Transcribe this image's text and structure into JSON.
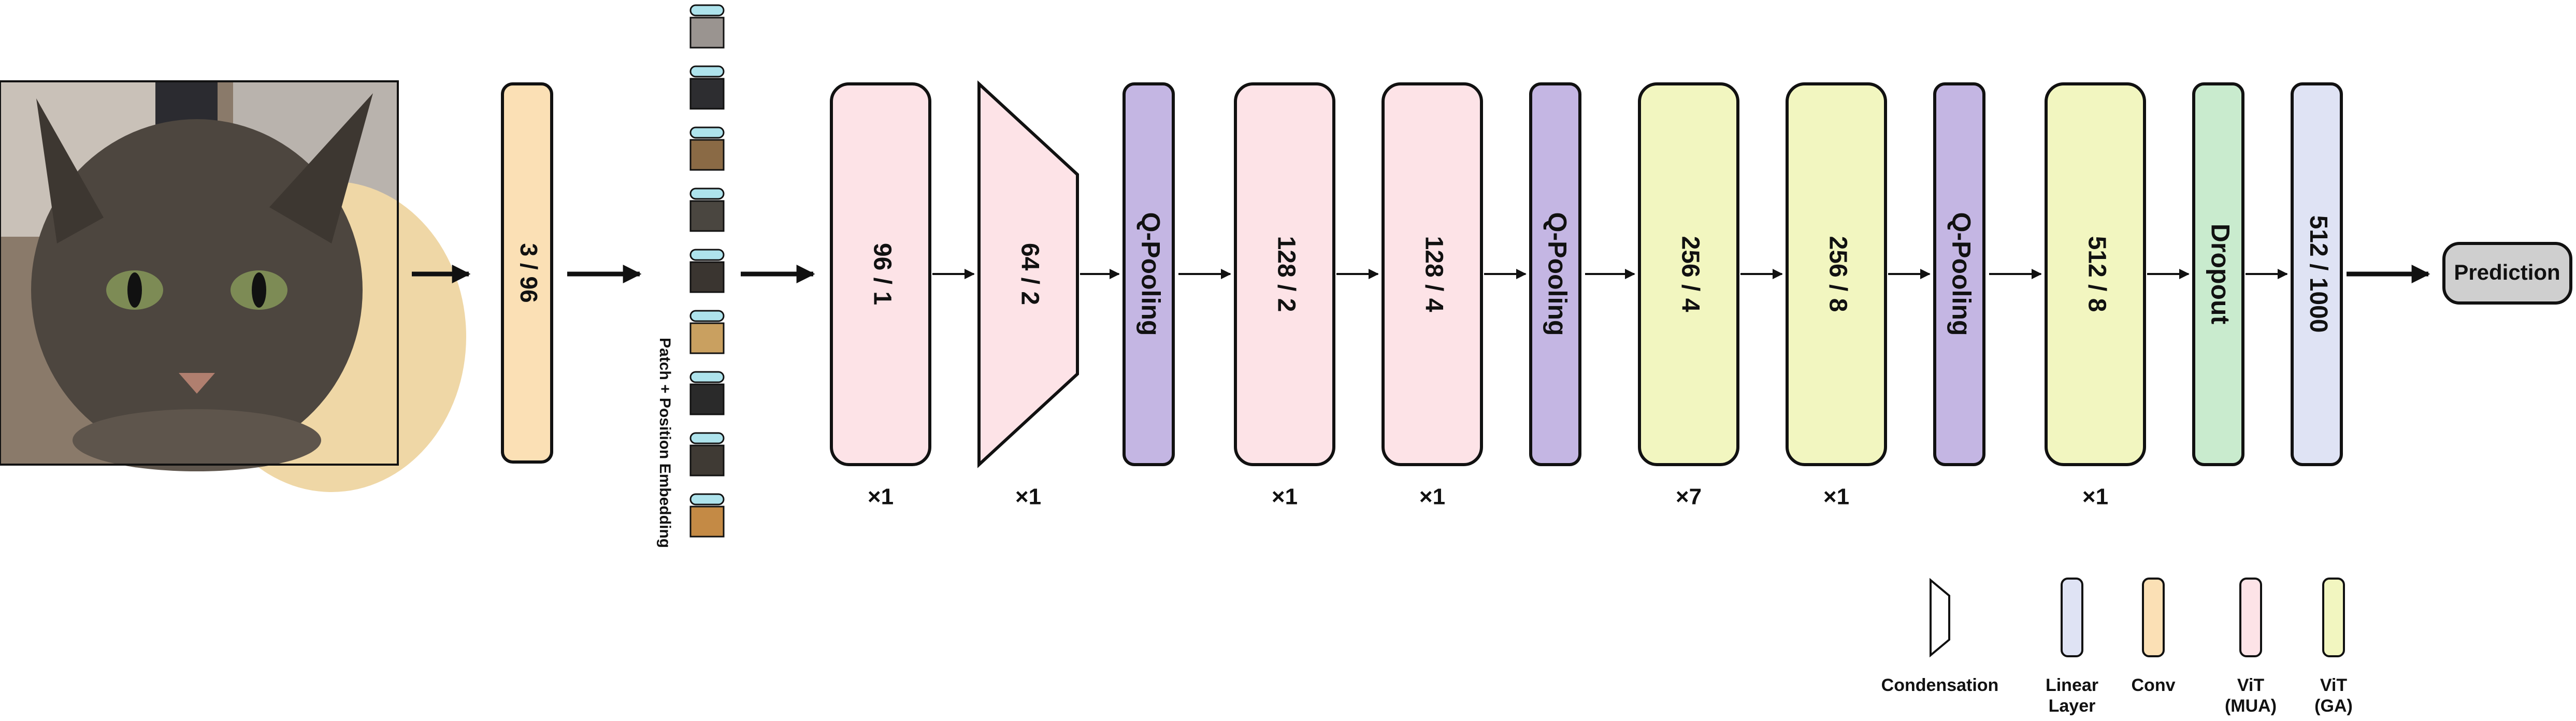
{
  "input_image": {
    "alt": "cat photo input"
  },
  "stem": {
    "label": "3 / 96"
  },
  "embedding": {
    "label": "Patch + Position Embedding"
  },
  "blocks": [
    {
      "id": "vit-mua-1",
      "label": "96 / 1",
      "kind": "vit_mua",
      "repeat": "×1"
    },
    {
      "id": "condensation-1",
      "label": "64 / 2",
      "kind": "condensation",
      "repeat": "×1"
    },
    {
      "id": "qpool-1",
      "label": "Q-Pooling",
      "kind": "qpool",
      "repeat": ""
    },
    {
      "id": "vit-mua-2",
      "label": "128 / 2",
      "kind": "vit_mua",
      "repeat": "×1"
    },
    {
      "id": "vit-mua-3",
      "label": "128 / 4",
      "kind": "vit_mua",
      "repeat": "×1"
    },
    {
      "id": "qpool-2",
      "label": "Q-Pooling",
      "kind": "qpool",
      "repeat": ""
    },
    {
      "id": "vit-ga-1",
      "label": "256 / 4",
      "kind": "vit_ga",
      "repeat": "×7"
    },
    {
      "id": "vit-ga-2",
      "label": "256 / 8",
      "kind": "vit_ga",
      "repeat": "×1"
    },
    {
      "id": "qpool-3",
      "label": "Q-Pooling",
      "kind": "qpool",
      "repeat": ""
    },
    {
      "id": "vit-ga-3",
      "label": "512 / 8",
      "kind": "vit_ga",
      "repeat": "×1"
    },
    {
      "id": "dropout",
      "label": "Dropout",
      "kind": "dropout",
      "repeat": ""
    },
    {
      "id": "linear-head",
      "label": "512 / 1000",
      "kind": "linear",
      "repeat": ""
    }
  ],
  "prediction": {
    "label": "Prediction"
  },
  "legend": [
    {
      "kind": "condensation",
      "lines": [
        "Condensation"
      ]
    },
    {
      "kind": "linear",
      "lines": [
        "Linear",
        "Layer"
      ]
    },
    {
      "kind": "conv",
      "lines": [
        "Conv"
      ]
    },
    {
      "kind": "vit_mua",
      "lines": [
        "ViT",
        "(MUA)"
      ]
    },
    {
      "kind": "vit_ga",
      "lines": [
        "ViT",
        "(GA)"
      ]
    }
  ],
  "colors": {
    "conv": "#fbe0b5",
    "vit_mua": "#fde3e7",
    "condensation": "#fde3e7",
    "qpool": "#c4b6e3",
    "vit_ga": "#f2f6c0",
    "dropout": "#c9ebce",
    "linear": "#dfe3f4",
    "prediction": "#cfcfcf",
    "stroke": "#111111"
  }
}
